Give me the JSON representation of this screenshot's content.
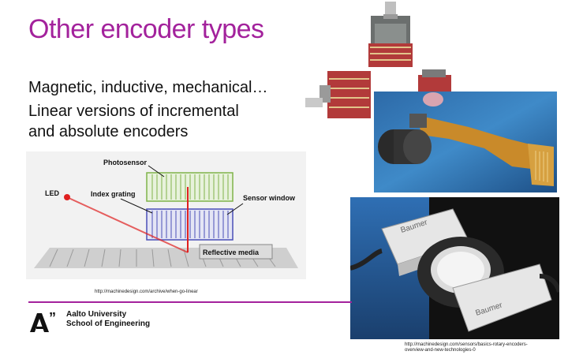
{
  "slide": {
    "title": "Other encoder types",
    "bullets": [
      "Magnetic, inductive, mechanical…",
      "Linear versions of incremental",
      "and absolute encoders"
    ]
  },
  "diagram": {
    "labels": {
      "photosensor": "Photosensor",
      "led": "LED",
      "index_grating": "Index grating",
      "sensor_window": "Sensor window",
      "reflective_media": "Reflective media"
    }
  },
  "sources": {
    "linear": "http://machinedesign.com/archive/when-go-linear",
    "rotary": "http://machinedesign.com/sensors/basics-rotary-encoders-overview-and-new-technologies-0"
  },
  "product": {
    "brand_label": "Baumer"
  },
  "footer": {
    "logo_text": "A”",
    "university": "Aalto University",
    "school": "School of Engineering"
  },
  "colors": {
    "accent": "#a3229c",
    "grating_green": "#7fb34a",
    "grating_blue": "#4a4fb8",
    "laser_red": "#e02020"
  }
}
